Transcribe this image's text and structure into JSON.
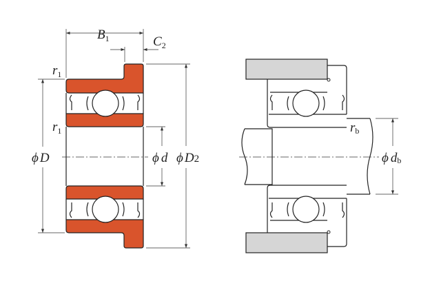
{
  "labels": {
    "b1": {
      "main": "B",
      "sub": "1"
    },
    "c2": {
      "main": "C",
      "sub": "2"
    },
    "r1_top": {
      "main": "r",
      "sub": "1"
    },
    "r1_mid": {
      "main": "r",
      "sub": "1"
    },
    "phi_D": {
      "phi": "ϕ",
      "main": "D"
    },
    "phi_d": {
      "phi": "ϕ",
      "main": "d"
    },
    "phi_D2": {
      "phi": "ϕ",
      "main": "D",
      "sub": "2"
    },
    "rb": {
      "main": "r",
      "sub": "b"
    },
    "phi_db": {
      "phi": "ϕ",
      "main": "d",
      "sub": "b"
    }
  },
  "colors": {
    "ring": "#d9542c",
    "housing": "#d6d6d6"
  }
}
